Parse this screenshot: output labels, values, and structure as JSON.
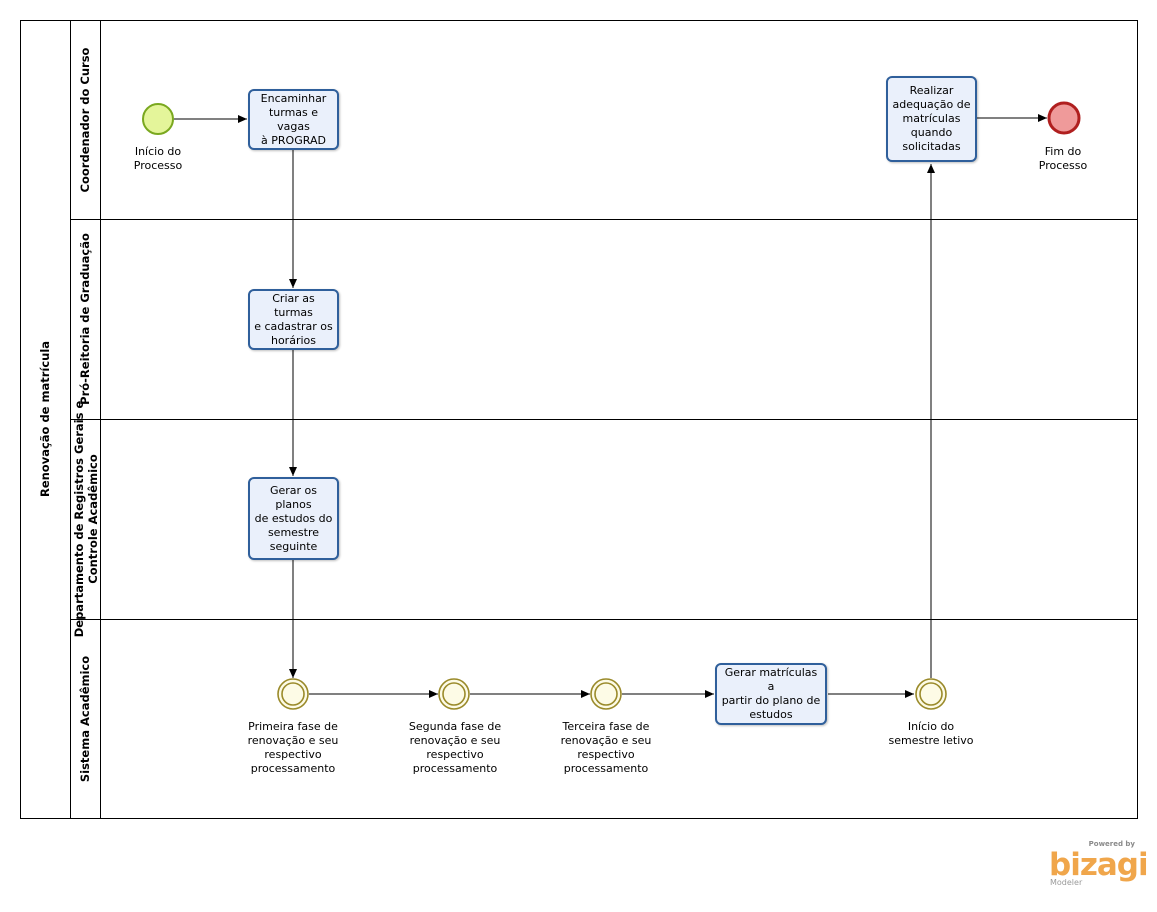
{
  "pool": {
    "name": "Renovação de matrícula"
  },
  "lanes": [
    {
      "id": "coordenador",
      "label_lines": [
        "Coordenador do Curso"
      ]
    },
    {
      "id": "prograd",
      "label_lines": [
        "Pró-Reitoria de Graduação"
      ]
    },
    {
      "id": "drgca",
      "label_lines": [
        "Departamento de Registros Gerais e",
        "Controle Acadêmico"
      ]
    },
    {
      "id": "sistema",
      "label_lines": [
        "Sistema Acadêmico"
      ]
    }
  ],
  "tasks": {
    "encaminhar": [
      "Encaminhar",
      "turmas e vagas",
      "à PROGRAD"
    ],
    "criar": [
      "Criar as turmas",
      "e cadastrar os",
      "horários"
    ],
    "gerar_planos": [
      "Gerar os planos",
      "de estudos do",
      "semestre",
      "seguinte"
    ],
    "gerar_matriculas": [
      "Gerar matrículas a",
      "partir do plano de",
      "estudos"
    ],
    "realizar": [
      "Realizar",
      "adequação de",
      "matrículas",
      "quando",
      "solicitadas"
    ]
  },
  "events": {
    "inicio": {
      "label_lines": [
        "Início do",
        "Processo"
      ],
      "color": "#e4f59a",
      "stroke": "#7aa81f"
    },
    "fim": {
      "label_lines": [
        "Fim do",
        "Processo"
      ],
      "color": "#ef9a9a",
      "stroke": "#b01f1f"
    },
    "fase1": [
      "Primeira fase de",
      "renovação e seu",
      "respectivo",
      "processamento"
    ],
    "fase2": [
      "Segunda fase de",
      "renovação e seu",
      "respectivo",
      "processamento"
    ],
    "fase3": [
      "Terceira fase de",
      "renovação e seu",
      "respectivo",
      "processamento"
    ],
    "inicio_semestre": [
      "Início do",
      "semestre letivo"
    ],
    "intermediate_color": "#fdfbe6",
    "intermediate_stroke": "#9a8a2a"
  },
  "branding": {
    "powered_by": "Powered by",
    "logo_text": "bizagi",
    "product": "Modeler"
  },
  "colors": {
    "task_fill": "#eaf0fb",
    "task_stroke": "#2f5f9b",
    "line": "#000000"
  }
}
